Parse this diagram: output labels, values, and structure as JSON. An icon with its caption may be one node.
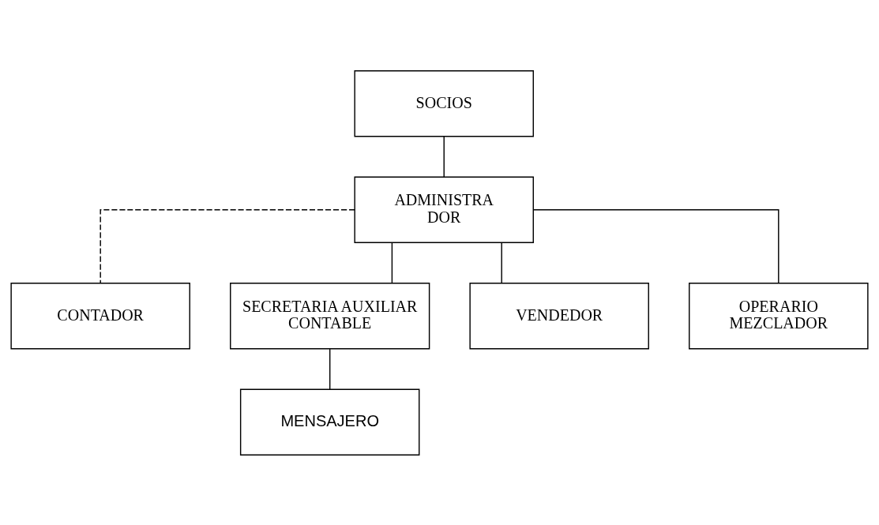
{
  "diagram": {
    "nodes": [
      {
        "text": [
          "SOCIOS"
        ]
      },
      {
        "text": [
          "ADMINISTRA DOR"
        ]
      },
      {
        "text": [
          "CONTADOR"
        ]
      },
      {
        "text": [
          "SECRETARIA AUXILIAR CONTABLE"
        ]
      },
      {
        "text": [
          "VENDEDOR"
        ]
      },
      {
        "text": [
          "OPERARIO MEZCLADOR"
        ]
      },
      {
        "text": [
          "MENSAJERO"
        ]
      }
    ],
    "edges": [
      {
        "from": 0,
        "to": 1,
        "arrow": "none"
      },
      {
        "from": 1,
        "to": 2,
        "arrow": "none",
        "style": "dashed"
      },
      {
        "from": 1,
        "to": 3,
        "arrow": "none"
      },
      {
        "from": 1,
        "to": 4,
        "arrow": "none"
      },
      {
        "from": 1,
        "to": 5,
        "arrow": "none"
      },
      {
        "from": 3,
        "to": 6,
        "arrow": "none"
      }
    ]
  }
}
